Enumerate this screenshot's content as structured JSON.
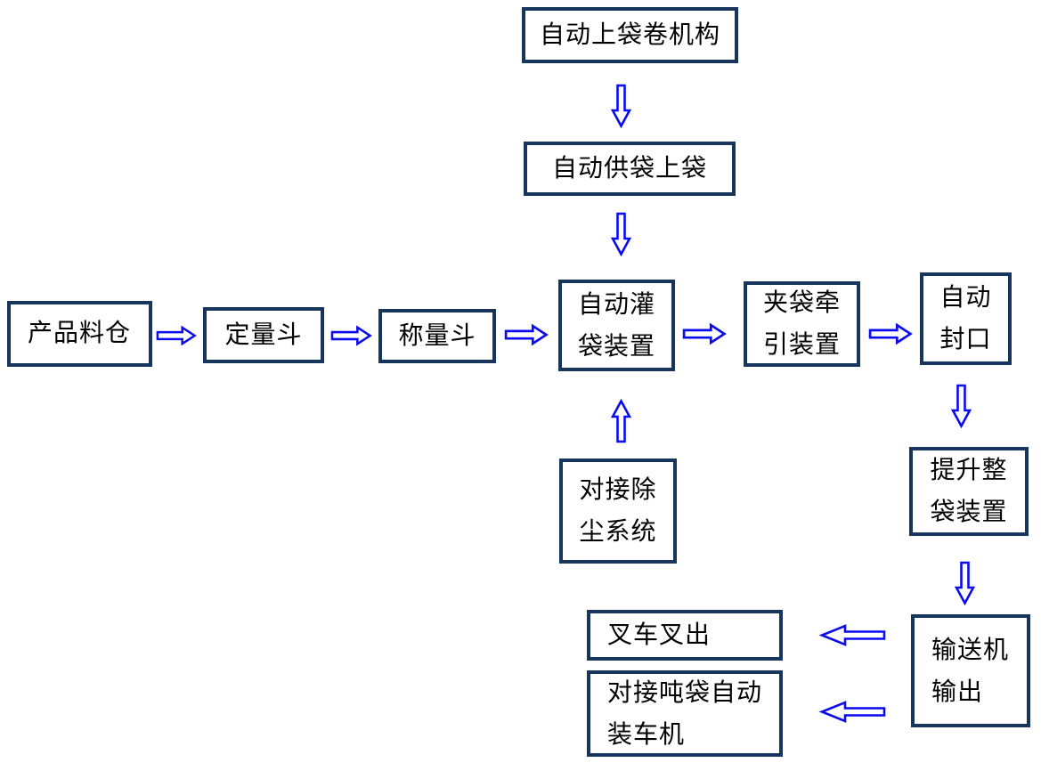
{
  "diagram": {
    "type": "flowchart",
    "language": "zh-CN",
    "colors": {
      "box_border": "#17365D",
      "arrow_outline": "#0B0BEF",
      "arrow_fill": "#FFFFFF",
      "text": "#000000",
      "background": "#FFFFFF"
    },
    "nodes": {
      "bag_roll_mechanism": {
        "lines": [
          "自动上袋卷机构"
        ]
      },
      "bag_supply": {
        "lines": [
          "自动供袋上袋"
        ]
      },
      "product_silo": {
        "lines": [
          "产品料仓"
        ]
      },
      "dosing_hopper": {
        "lines": [
          "定量斗"
        ]
      },
      "weighing_hopper": {
        "lines": [
          "称量斗"
        ]
      },
      "auto_filling": {
        "lines": [
          "自动灌",
          "袋装置"
        ]
      },
      "bag_clamp_traction": {
        "lines": [
          "夹袋牵",
          "引装置"
        ]
      },
      "auto_sealing": {
        "lines": [
          "自动",
          "封口"
        ]
      },
      "dust_removal": {
        "lines": [
          "对接除",
          "尘系统"
        ]
      },
      "bag_lifting": {
        "lines": [
          "提升整",
          "袋装置"
        ]
      },
      "conveyor_output": {
        "lines": [
          "输送机",
          "输出"
        ]
      },
      "forklift_out": {
        "lines": [
          "叉车叉出"
        ]
      },
      "truck_loader": {
        "lines": [
          "对接吨袋自动",
          "装车机"
        ]
      }
    },
    "edges": [
      {
        "from": "bag_roll_mechanism",
        "to": "bag_supply",
        "direction": "down"
      },
      {
        "from": "bag_supply",
        "to": "auto_filling",
        "direction": "down"
      },
      {
        "from": "product_silo",
        "to": "dosing_hopper",
        "direction": "right"
      },
      {
        "from": "dosing_hopper",
        "to": "weighing_hopper",
        "direction": "right"
      },
      {
        "from": "weighing_hopper",
        "to": "auto_filling",
        "direction": "right"
      },
      {
        "from": "auto_filling",
        "to": "bag_clamp_traction",
        "direction": "right"
      },
      {
        "from": "bag_clamp_traction",
        "to": "auto_sealing",
        "direction": "right"
      },
      {
        "from": "dust_removal",
        "to": "auto_filling",
        "direction": "up"
      },
      {
        "from": "auto_sealing",
        "to": "bag_lifting",
        "direction": "down"
      },
      {
        "from": "bag_lifting",
        "to": "conveyor_output",
        "direction": "down"
      },
      {
        "from": "conveyor_output",
        "to": "forklift_out",
        "direction": "left"
      },
      {
        "from": "conveyor_output",
        "to": "truck_loader",
        "direction": "left"
      }
    ]
  }
}
